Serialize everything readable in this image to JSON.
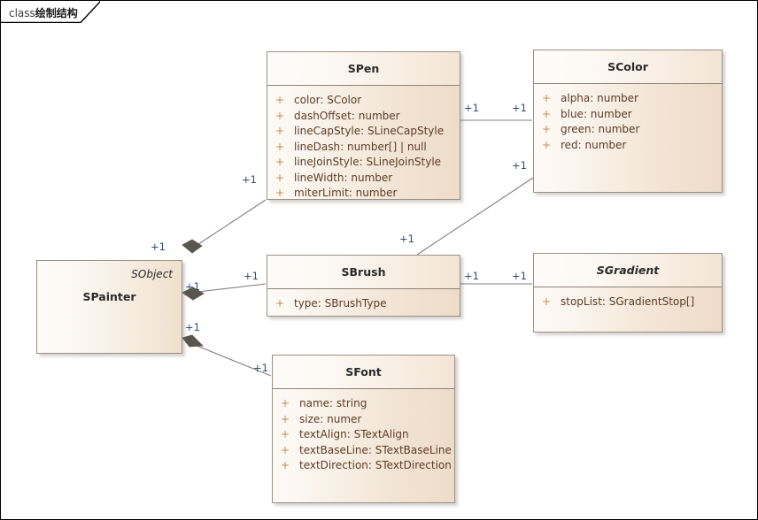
{
  "frame": {
    "keyword": "class",
    "name": "绘制结构"
  },
  "classes": [
    {
      "id": "spainter",
      "name": "SPainter",
      "stereotype": "SObject",
      "abstract": false,
      "attributes": []
    },
    {
      "id": "spen",
      "name": "SPen",
      "stereotype": "",
      "abstract": false,
      "attributes": [
        {
          "visibility": "+",
          "text": "color: SColor"
        },
        {
          "visibility": "+",
          "text": "dashOffset: number"
        },
        {
          "visibility": "+",
          "text": "lineCapStyle: SLineCapStyle"
        },
        {
          "visibility": "+",
          "text": "lineDash: number[] | null"
        },
        {
          "visibility": "+",
          "text": "lineJoinStyle: SLineJoinStyle"
        },
        {
          "visibility": "+",
          "text": "lineWidth: number"
        },
        {
          "visibility": "+",
          "text": "miterLimit: number"
        }
      ]
    },
    {
      "id": "scolor",
      "name": "SColor",
      "stereotype": "",
      "abstract": false,
      "attributes": [
        {
          "visibility": "+",
          "text": "alpha: number"
        },
        {
          "visibility": "+",
          "text": "blue: number"
        },
        {
          "visibility": "+",
          "text": "green: number"
        },
        {
          "visibility": "+",
          "text": "red: number"
        }
      ]
    },
    {
      "id": "sbrush",
      "name": "SBrush",
      "stereotype": "",
      "abstract": false,
      "attributes": [
        {
          "visibility": "+",
          "text": "type: SBrushType"
        }
      ]
    },
    {
      "id": "sgradient",
      "name": "SGradient",
      "stereotype": "",
      "abstract": true,
      "attributes": [
        {
          "visibility": "+",
          "text": "stopList: SGradientStop[]"
        }
      ]
    },
    {
      "id": "sfont",
      "name": "SFont",
      "stereotype": "",
      "abstract": false,
      "attributes": [
        {
          "visibility": "+",
          "text": "name: string"
        },
        {
          "visibility": "+",
          "text": "size: numer"
        },
        {
          "visibility": "+",
          "text": "textAlign: STextAlign"
        },
        {
          "visibility": "+",
          "text": "textBaseLine: STextBaseLine"
        },
        {
          "visibility": "+",
          "text": "textDirection: STextDirection"
        }
      ]
    }
  ],
  "multiplicities": [
    {
      "id": "m-painter-pen-src",
      "label": "+1"
    },
    {
      "id": "m-painter-pen-dst",
      "label": "+1"
    },
    {
      "id": "m-pen-color-src",
      "label": "+1"
    },
    {
      "id": "m-pen-color-dst",
      "label": "+1"
    },
    {
      "id": "m-painter-brush-src",
      "label": "+1"
    },
    {
      "id": "m-painter-brush-dst",
      "label": "+1"
    },
    {
      "id": "m-brush-color-src",
      "label": "+1"
    },
    {
      "id": "m-brush-color-dst",
      "label": "+1"
    },
    {
      "id": "m-brush-grad-src",
      "label": "+1"
    },
    {
      "id": "m-brush-grad-dst",
      "label": "+1"
    },
    {
      "id": "m-painter-font-src",
      "label": "+1"
    },
    {
      "id": "m-painter-font-dst",
      "label": "+1"
    }
  ],
  "colors": {
    "box_border": "#9a9185",
    "box_fill_light": "#fdfaf6",
    "box_fill_dark": "#eddcc8",
    "attr_text": "#5c3b25",
    "visibility_marker": "#c98a4b",
    "connector_line": "#808080",
    "diamond_fill": "#5a564f",
    "multiplicity_text": "#2f4f73"
  }
}
